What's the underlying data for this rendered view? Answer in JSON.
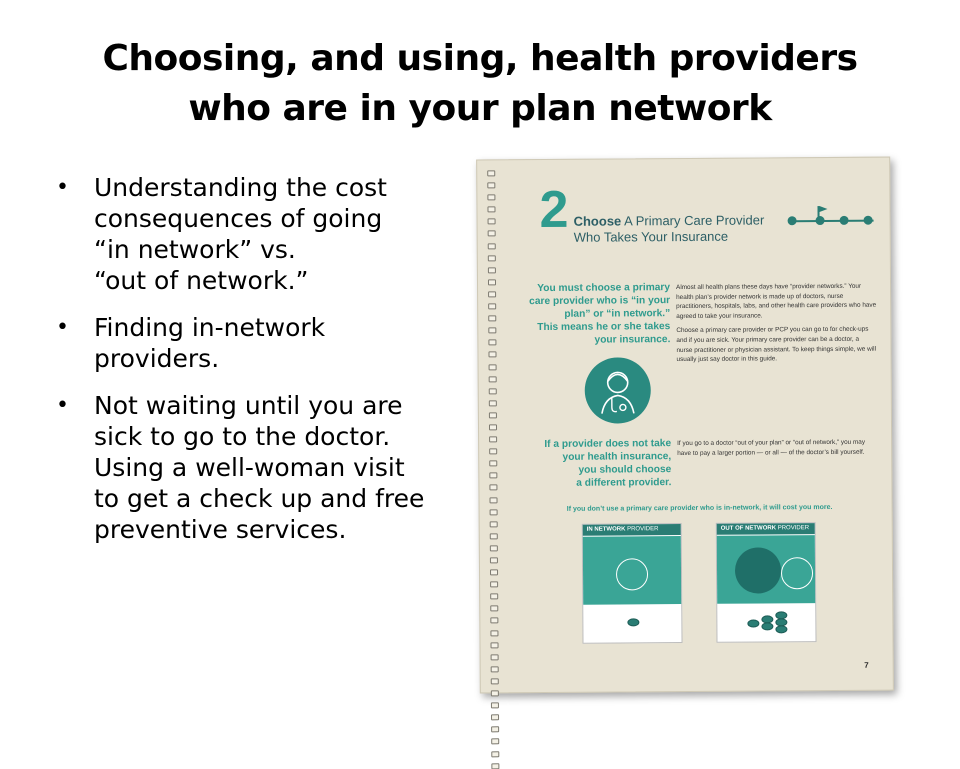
{
  "slide": {
    "title_lines": [
      "Choosing, and using, health providers",
      "who are in your plan network"
    ],
    "bullets": [
      {
        "lines": [
          "Understanding the cost",
          "consequences of going",
          "“in network” vs.",
          "“out of network.”"
        ]
      },
      {
        "lines": [
          "Finding in-network",
          "providers."
        ]
      },
      {
        "lines": [
          "Not waiting until you are",
          "sick to go to the doctor.",
          "Using a well-woman visit",
          "to get a check up and free",
          "preventive services."
        ]
      }
    ],
    "bullet_glyph": "•"
  },
  "booklet": {
    "number": "2",
    "title_bold": "Choose",
    "title_rest": " A Primary Care Provider",
    "title_line2": "Who Takes Your Insurance",
    "lead1": [
      "You must choose a primary",
      "care provider who is “in your",
      "plan” or “in network.”",
      "This means he or she takes",
      "your insurance."
    ],
    "body1": [
      "Almost all health plans these days have “provider networks.” Your health plan’s provider network is made up of doctors, nurse practitioners, hospitals, labs, and other health care providers who have agreed to take your insurance.",
      "Choose a primary care provider or PCP you can go to for check-ups and if you are sick. Your primary care provider can be a doctor, a nurse practitioner or physician assistant. To keep things simple, we will usually just say doctor in this guide."
    ],
    "lead2": [
      "If a provider does not take",
      "your health insurance,",
      "you should choose",
      "a different provider."
    ],
    "body2": "If you go to a doctor “out of your plan” or “out of network,” you may have to pay a larger portion — or all — of the doctor’s bill yourself.",
    "summary": "If you don’t use a primary care provider who is in-network, it will cost you more.",
    "card_in_bold": "IN NETWORK",
    "card_in_rest": " PROVIDER",
    "card_out_bold": "OUT OF NETWORK",
    "card_out_rest": " PROVIDER",
    "page_number": "7"
  },
  "colors": {
    "teal": "#2f9b8e",
    "dark_teal": "#2a7d74",
    "paper": "#e8e3d3"
  }
}
